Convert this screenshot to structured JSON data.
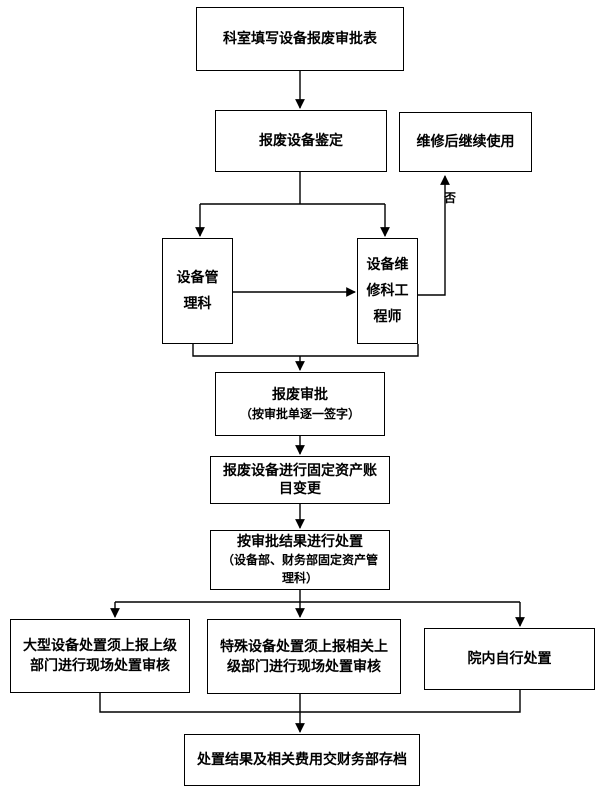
{
  "nodes": {
    "fill_form": "科室填写设备报废审批表",
    "appraisal": "报废设备鉴定",
    "continue_use": "维修后继续使用",
    "equip_dept": [
      "设备管",
      "理科"
    ],
    "engineer": [
      "设备维",
      "修科工",
      "程师"
    ],
    "approval": "报废审批",
    "approval_note": "（按审批单逐一签字）",
    "account_change": [
      "报废设备进行固定资产账",
      "目变更"
    ],
    "dispose": "按审批结果进行处置",
    "dispose_note": [
      "（设备部、财务部固定资产管",
      "理科）"
    ],
    "large_equip": [
      "大型设备处置须上报上级",
      "部门进行现场处置审核"
    ],
    "special_equip": [
      "特殊设备处置须上报相关上",
      "级部门进行现场处置审核"
    ],
    "internal": "院内自行处置",
    "archive": "处置结果及相关费用交财务部存档"
  },
  "edge_labels": {
    "no": "否"
  }
}
